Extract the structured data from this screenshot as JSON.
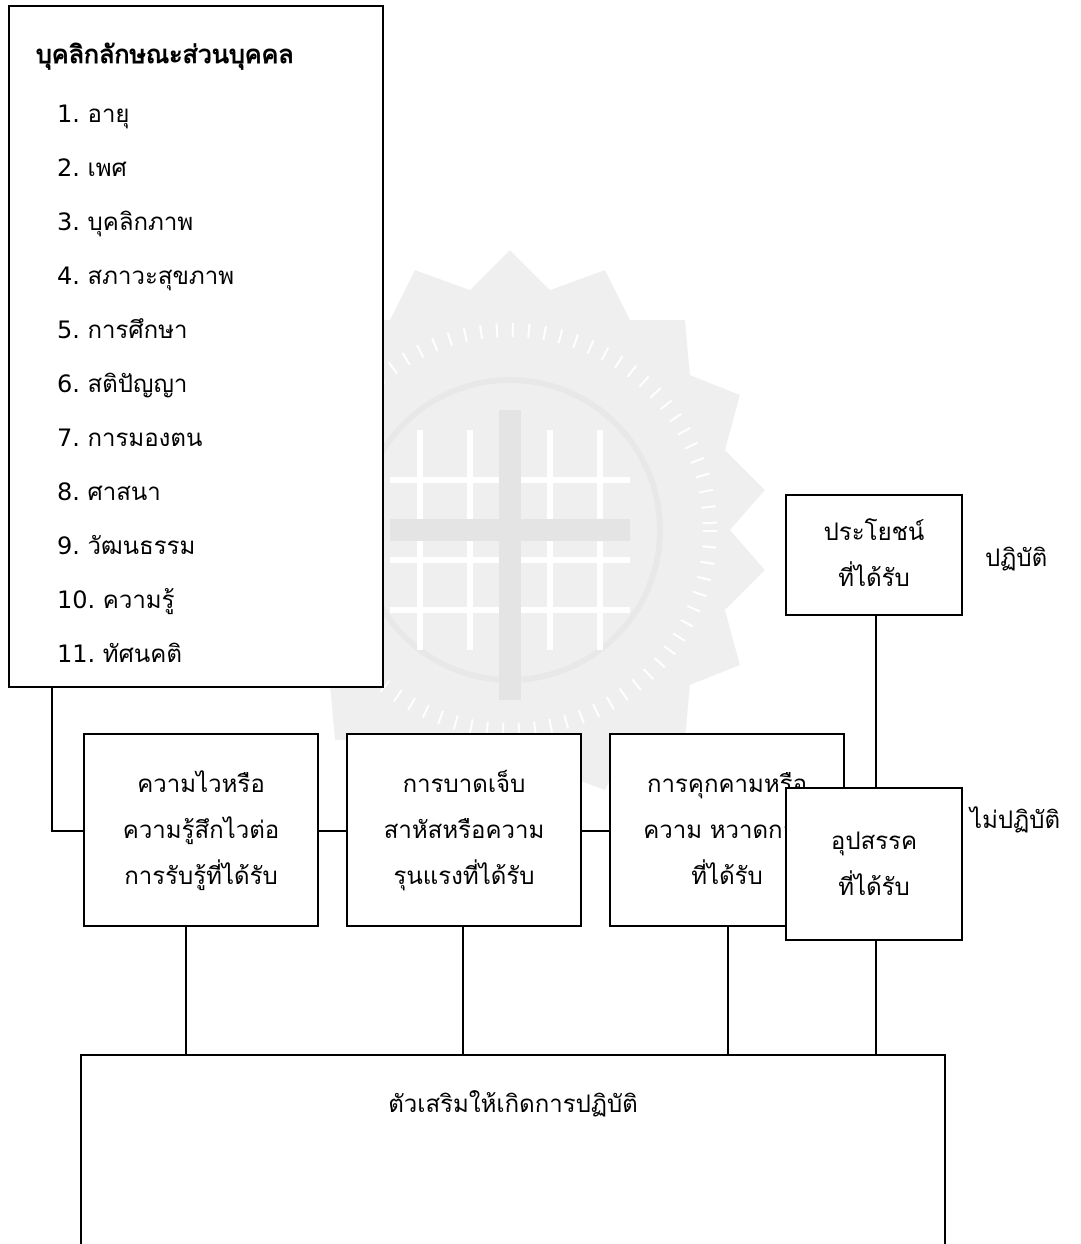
{
  "individual_traits": {
    "title": "บุคลิกลักษณะส่วนบุคคล",
    "items": [
      "1. อายุ",
      "2. เพศ",
      "3. บุคลิกภาพ",
      "4. สภาวะสุขภาพ",
      "5. การศึกษา",
      "6. สติปัญญา",
      "7. การมองตน",
      "8. ศาสนา",
      "9. วัฒนธรรม",
      "10. ความรู้",
      "11. ทัศนคติ"
    ]
  },
  "perceptions": {
    "sensitivity": "ความไวหรือ\nความรู้สึกไวต่อ\nการรับรู้ที่ได้รับ",
    "severity": "การบาดเจ็บ\nสาหัสหรือความ\nรุนแรงที่ได้รับ",
    "threat": "การคุกคามหรือ\nความ หวาดกลัว\nที่ได้รับ"
  },
  "benefit": "ประโยชน์\nที่ได้รับ",
  "barrier": "อุปสรรค\nที่ได้รับ",
  "practice_label": "ปฏิบัติ",
  "no_practice_label": "ไม่ปฏิบัติ",
  "cue": "ตัวเสริมให้เกิดการปฏิบัติ"
}
